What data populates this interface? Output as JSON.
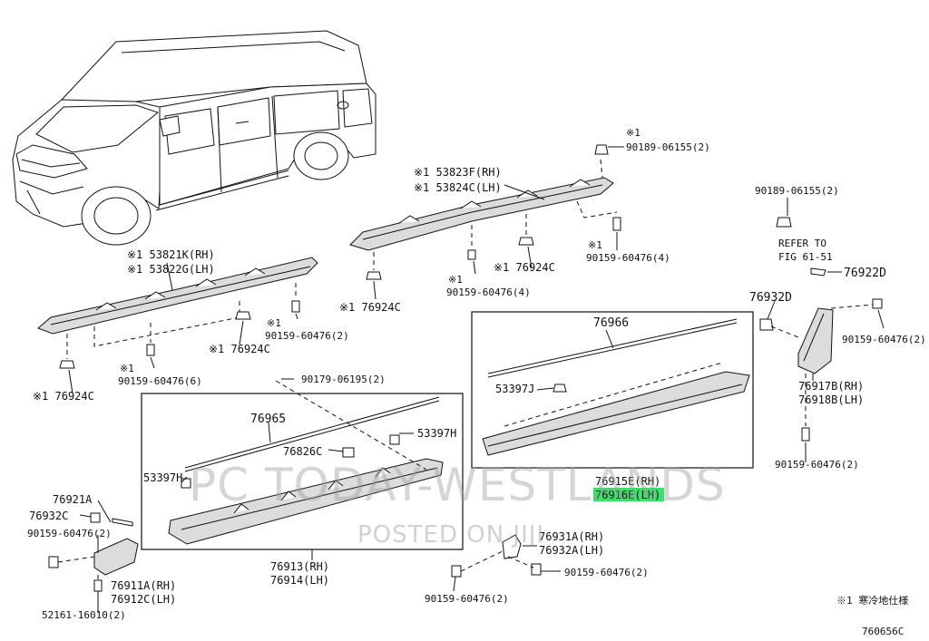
{
  "diagram": {
    "labels": {
      "p90189_top": "90189-06155(2)",
      "mark_top": "※1",
      "p53823F": "※1 53823F(RH)",
      "p53824C": "※1 53824C(LH)",
      "p90189_right": "90189-06155(2)",
      "refer1": "REFER TO",
      "refer2": "FIG 61-51",
      "p76922D": "76922D",
      "p53821K": "※1 53821K(RH)",
      "p53822G": "※1 53822G(LH)",
      "mark_a": "※1",
      "p90159_4a": "90159-60476(4)",
      "p76924C_mid": "※1 76924C",
      "mark_b": "※1",
      "p90159_4b": "90159-60476(4)",
      "p76924C_up": "※1 76924C",
      "p76932D": "76932D",
      "mark_c": "※1",
      "p90159_2a": "90159-60476(2)",
      "p90159_2r": "90159-60476(2)",
      "p76924C_left": "※1 76924C",
      "p76966": "76966",
      "mark_d": "※1",
      "p90159_6": "90159-60476(6)",
      "p76924C_low": "※1 76924C",
      "p90179": "90179-06195(2)",
      "p76917B": "76917B(RH)",
      "p76918B": "76918B(LH)",
      "p53397J": "53397J",
      "p76965": "76965",
      "p76826C": "76826C",
      "p53397H_r": "53397H",
      "p53397H_l": "53397H",
      "p90159_2b": "90159-60476(2)",
      "p76915E": "76915E(RH)",
      "p76916E": "76916E(LH)",
      "p76921A": "76921A",
      "p76932C": "76932C",
      "p90159_2c": "90159-60476(2)",
      "p76931A": "76931A(RH)",
      "p76932A": "76932A(LH)",
      "p76913": "76913(RH)",
      "p76914": "76914(LH)",
      "p76911A": "76911A(RH)",
      "p76912C": "76912C(LH)",
      "p90159_2d": "90159-60476(2)",
      "p90159_2e": "90159-60476(2)",
      "p52161": "52161-16010(2)",
      "footnote": "※1 寒冷地仕様",
      "figure_code": "760656C"
    },
    "watermark": {
      "line1": "PC TODAY-WESTLANDS",
      "line2": "POSTED ON JIJI"
    },
    "colors": {
      "line": "#111111",
      "highlight": "#39e26a",
      "watermark": "#9a9a9a"
    }
  }
}
